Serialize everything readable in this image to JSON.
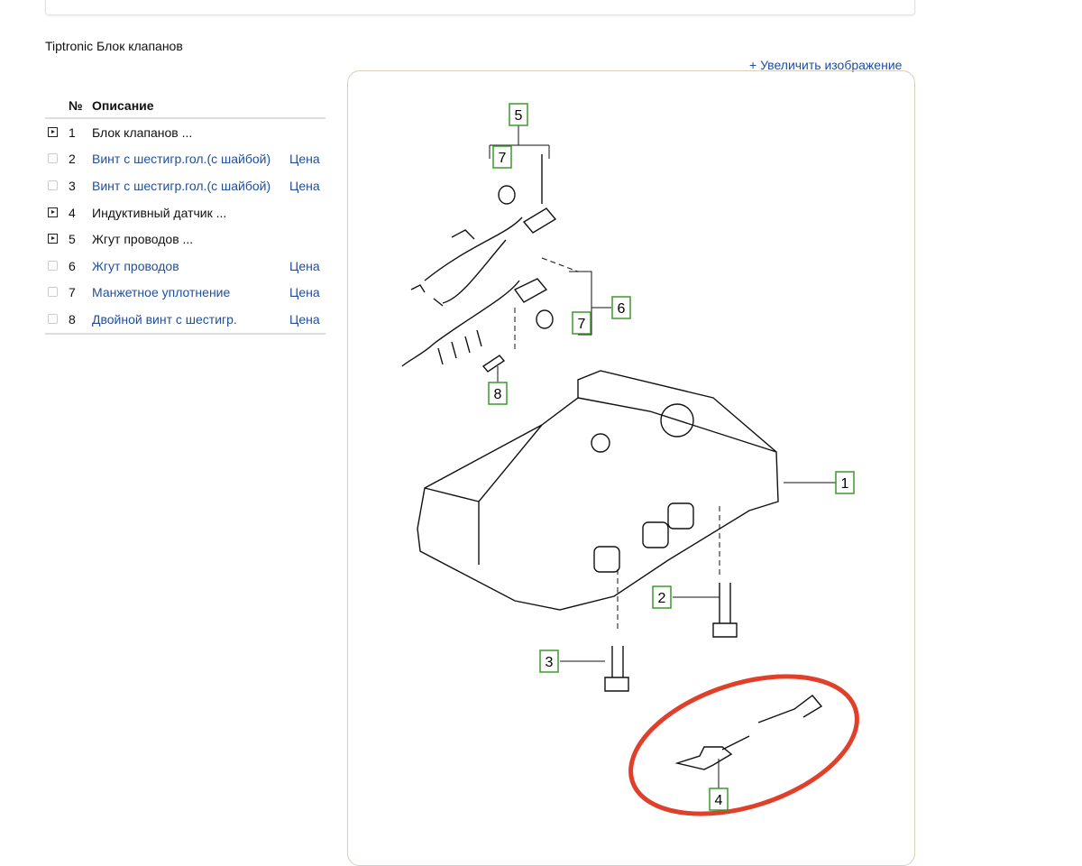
{
  "title": "Tiptronic Блок клапанов",
  "zoom_link": "+ Увеличить изображение",
  "table": {
    "col_no": "№",
    "col_desc": "Описание",
    "rows": [
      {
        "no": "1",
        "desc": "Блок клапанов ...",
        "expandable": true,
        "price": ""
      },
      {
        "no": "2",
        "desc": "Винт с шестигр.гол.(с шайбой)",
        "expandable": false,
        "price": "Цена"
      },
      {
        "no": "3",
        "desc": "Винт с шестигр.гол.(с шайбой)",
        "expandable": false,
        "price": "Цена"
      },
      {
        "no": "4",
        "desc": "Индуктивный датчик ...",
        "expandable": true,
        "price": ""
      },
      {
        "no": "5",
        "desc": "Жгут проводов ...",
        "expandable": true,
        "price": ""
      },
      {
        "no": "6",
        "desc": "Жгут проводов",
        "expandable": false,
        "price": "Цена"
      },
      {
        "no": "7",
        "desc": "Манжетное уплотнение",
        "expandable": false,
        "price": "Цена"
      },
      {
        "no": "8",
        "desc": "Двойной винт с шестигр.",
        "expandable": false,
        "price": "Цена"
      }
    ]
  },
  "callouts": [
    "5",
    "7",
    "7",
    "6",
    "8",
    "1",
    "2",
    "3",
    "4"
  ],
  "colors": {
    "link": "#1f4e9c",
    "callout": "#3a9a2a",
    "highlight": "#e0402a"
  }
}
